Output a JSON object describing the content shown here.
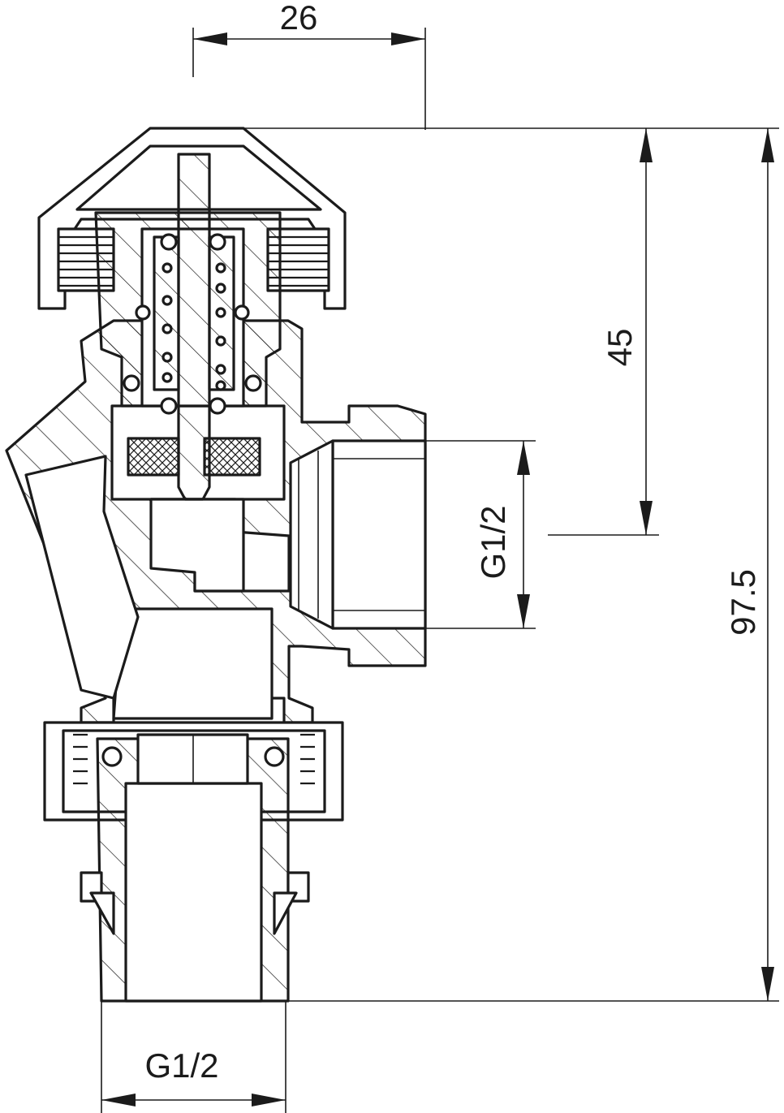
{
  "drawing": {
    "dimensions": {
      "top_width": "26",
      "upper_height": "45",
      "total_height": "97.5",
      "side_thread": "G1/2",
      "bottom_thread": "G1/2"
    }
  }
}
